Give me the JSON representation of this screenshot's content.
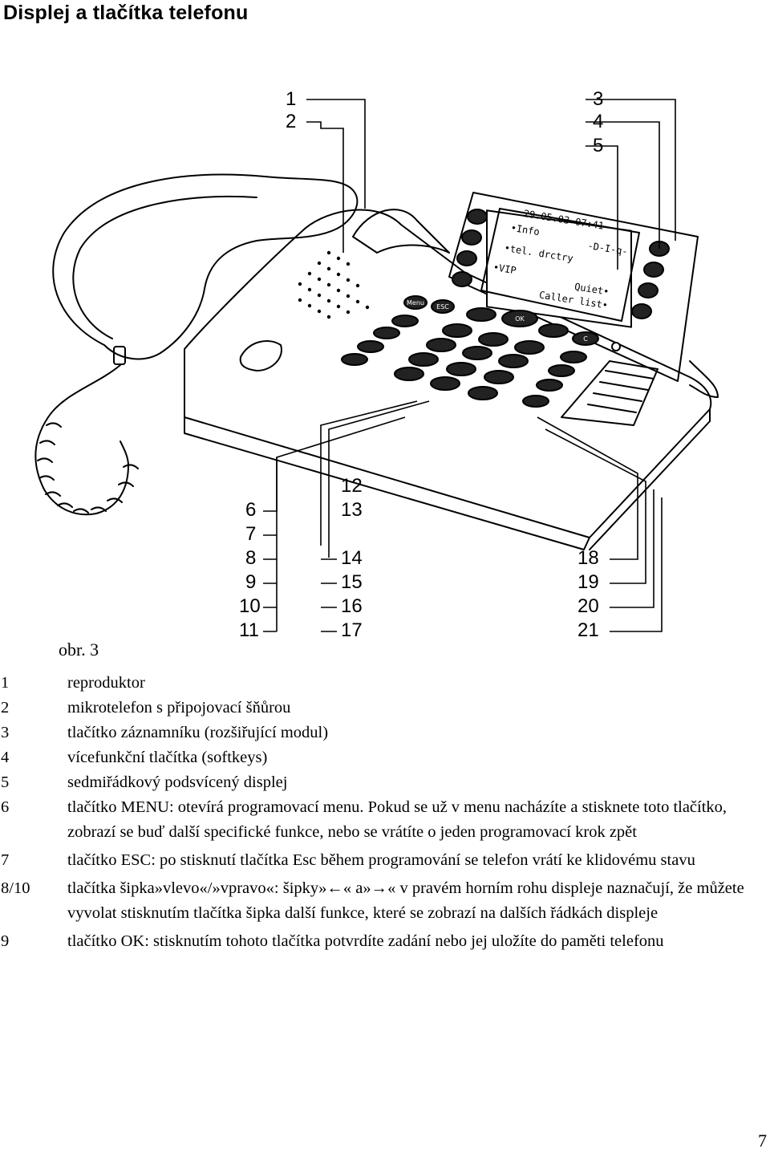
{
  "page": {
    "title": "Displej a tlačítka telefonu",
    "page_number": "7"
  },
  "figure": {
    "caption": "obr. 3",
    "display": {
      "line1": "29.05.03  07:41",
      "line2_left": "•Info",
      "line2_right": "-D-I-q-",
      "line3_left": "•tel. drctry",
      "line4_left": "•VIP",
      "line4_right": "Quiet•",
      "line5_right": "Caller list•"
    },
    "keys": {
      "menu": "Menu",
      "esc": "ESC",
      "ok": "OK",
      "c": "C"
    },
    "callouts": {
      "top_left": [
        "1",
        "2"
      ],
      "top_right": [
        "3",
        "4",
        "5"
      ],
      "left": [
        "6",
        "7",
        "8",
        "9",
        "10",
        "11"
      ],
      "middle": [
        "12",
        "13",
        "14",
        "15",
        "16",
        "17"
      ],
      "right": [
        "18",
        "19",
        "20",
        "21"
      ]
    }
  },
  "legend": [
    {
      "num": "1",
      "text": "reproduktor"
    },
    {
      "num": "2",
      "text": "mikrotelefon s připojovací šňůrou"
    },
    {
      "num": "3",
      "text": "tlačítko záznamníku (rozšiřující modul)"
    },
    {
      "num": "4",
      "text": "vícefunkční tlačítka (softkeys)"
    },
    {
      "num": "5",
      "text": "sedmiřádkový podsvícený displej"
    },
    {
      "num": "6",
      "text": "tlačítko MENU: otevírá programovací menu. Pokud se už v menu nacházíte a stisknete toto tlačítko, zobrazí se buď další specifické funkce, nebo se vrátíte o jeden programovací krok zpět"
    },
    {
      "num": "7",
      "text": "tlačítko ESC: po stisknutí tlačítka Esc během programování se telefon vrátí ke klidovému stavu"
    },
    {
      "num": "8/10",
      "text": "tlačítka šipka»vlevo«/»vpravo«: šipky»←« a»→« v pravém horním rohu displeje naznačují, že můžete vyvolat stisknutím tlačítka šipka další funkce, které se zobrazí na dalších řádkách displeje"
    },
    {
      "num": "9",
      "text": "tlačítko OK: stisknutím tohoto tlačítka potvrdíte zadání nebo jej uložíte do paměti telefonu"
    }
  ]
}
